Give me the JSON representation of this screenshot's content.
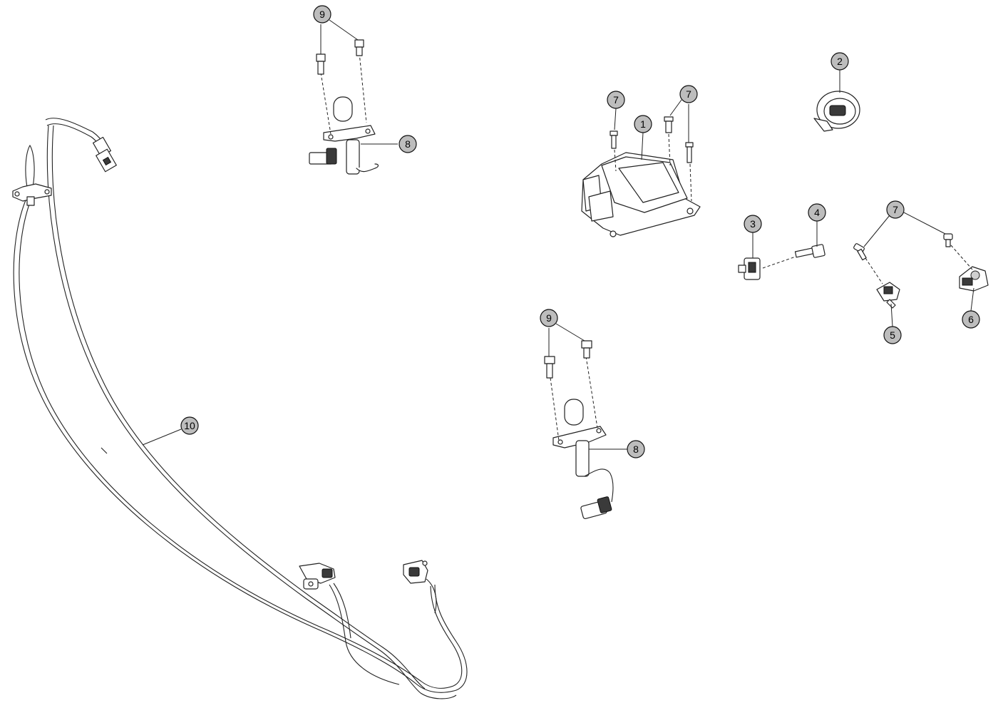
{
  "diagram": {
    "callouts": [
      {
        "id": "c1",
        "label": "1"
      },
      {
        "id": "c2",
        "label": "2"
      },
      {
        "id": "c3",
        "label": "3"
      },
      {
        "id": "c4",
        "label": "4"
      },
      {
        "id": "c5",
        "label": "5"
      },
      {
        "id": "c6",
        "label": "6"
      },
      {
        "id": "c7a",
        "label": "7"
      },
      {
        "id": "c7b",
        "label": "7"
      },
      {
        "id": "c7c",
        "label": "7"
      },
      {
        "id": "c8a",
        "label": "8"
      },
      {
        "id": "c8b",
        "label": "8"
      },
      {
        "id": "c9a",
        "label": "9"
      },
      {
        "id": "c9b",
        "label": "9"
      },
      {
        "id": "c10",
        "label": "10"
      }
    ],
    "colors": {
      "callout_fill": "#bdbdbd",
      "line": "#222222",
      "background": "#ffffff"
    }
  }
}
